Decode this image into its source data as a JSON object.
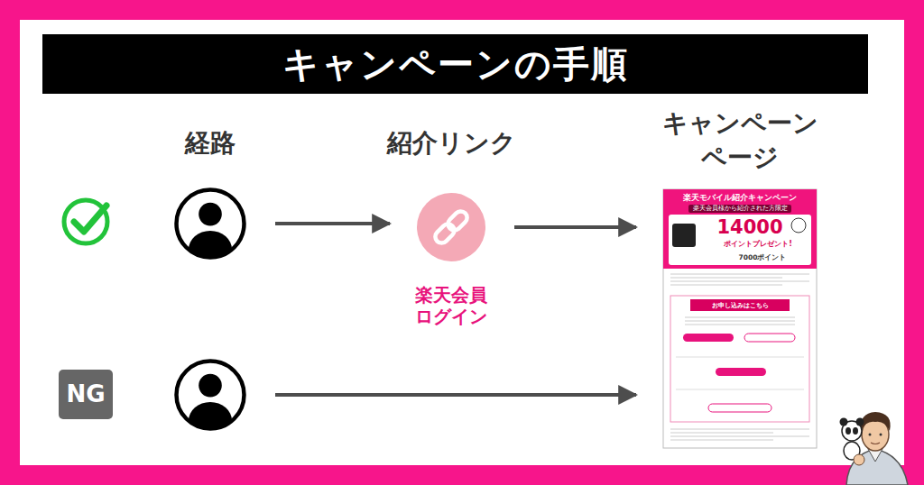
{
  "diagram": {
    "title": "キャンペーンの手順",
    "nodes": [
      {
        "text": [
          "経路"
        ]
      },
      {
        "text": [
          "紹介リンク",
          "楽天会員ログイン"
        ]
      },
      {
        "text": [
          "キャンペーン ページ",
          "楽天モバイル紹介キャンペーン",
          "楽天会員様から紹介された方限定",
          "14000",
          "ポイントプレゼント!",
          "7000ポイント",
          "お申し込みはこちら"
        ]
      },
      {
        "text": [
          "NG"
        ]
      },
      {
        "text": []
      }
    ],
    "edges": [
      {
        "from": 0,
        "to": 1,
        "arrow": "to"
      },
      {
        "from": 1,
        "to": 2,
        "arrow": "to"
      },
      {
        "from": 4,
        "to": 2,
        "arrow": "to"
      }
    ]
  }
}
